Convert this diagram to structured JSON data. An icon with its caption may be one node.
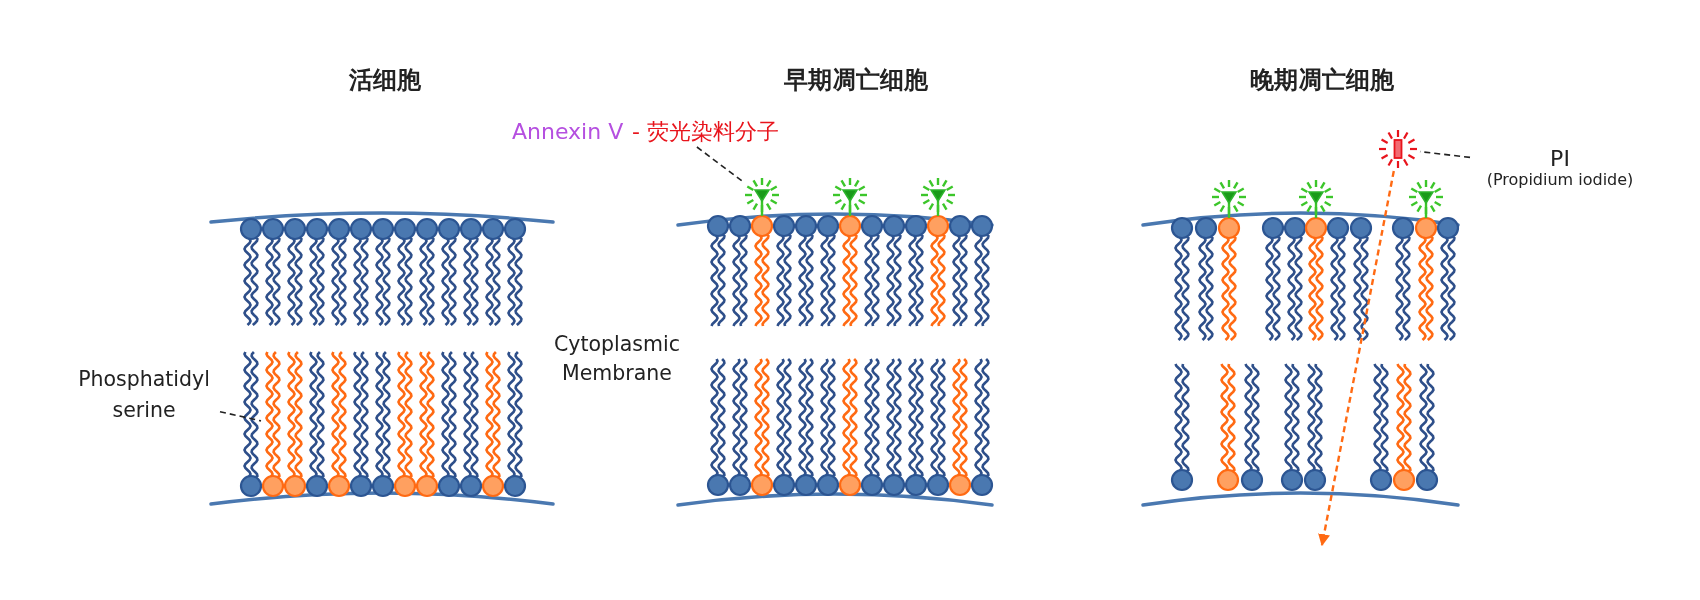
{
  "diagram": {
    "nodes": [
      {
        "text": [
          "Annexin V",
          "- 荧光染料分子"
        ]
      },
      {
        "text": [],
        "shape": "picture"
      },
      {
        "text": [
          "PI",
          "(Propidium iodide)"
        ]
      },
      {
        "text": [],
        "shape": "picture"
      },
      {
        "text": [
          "Phosphatidyl serine"
        ]
      },
      {
        "text": [],
        "shape": "picture"
      }
    ],
    "edges": [
      {
        "from": 0,
        "to": 3,
        "arrow": "none",
        "style": "dashed"
      },
      {
        "from": 2,
        "to": 1,
        "arrow": "none",
        "style": "dashed"
      },
      {
        "from": 1,
        "to": null,
        "arrow": "to",
        "style": "dashed",
        "color": "#ff6a13"
      },
      {
        "from": 4,
        "to": 5,
        "arrow": "none",
        "style": "dashed"
      }
    ],
    "labels": [
      "活细胞",
      "早期凋亡细胞",
      "晚期凋亡细胞",
      "Cytoplasmic Membrane"
    ]
  }
}
